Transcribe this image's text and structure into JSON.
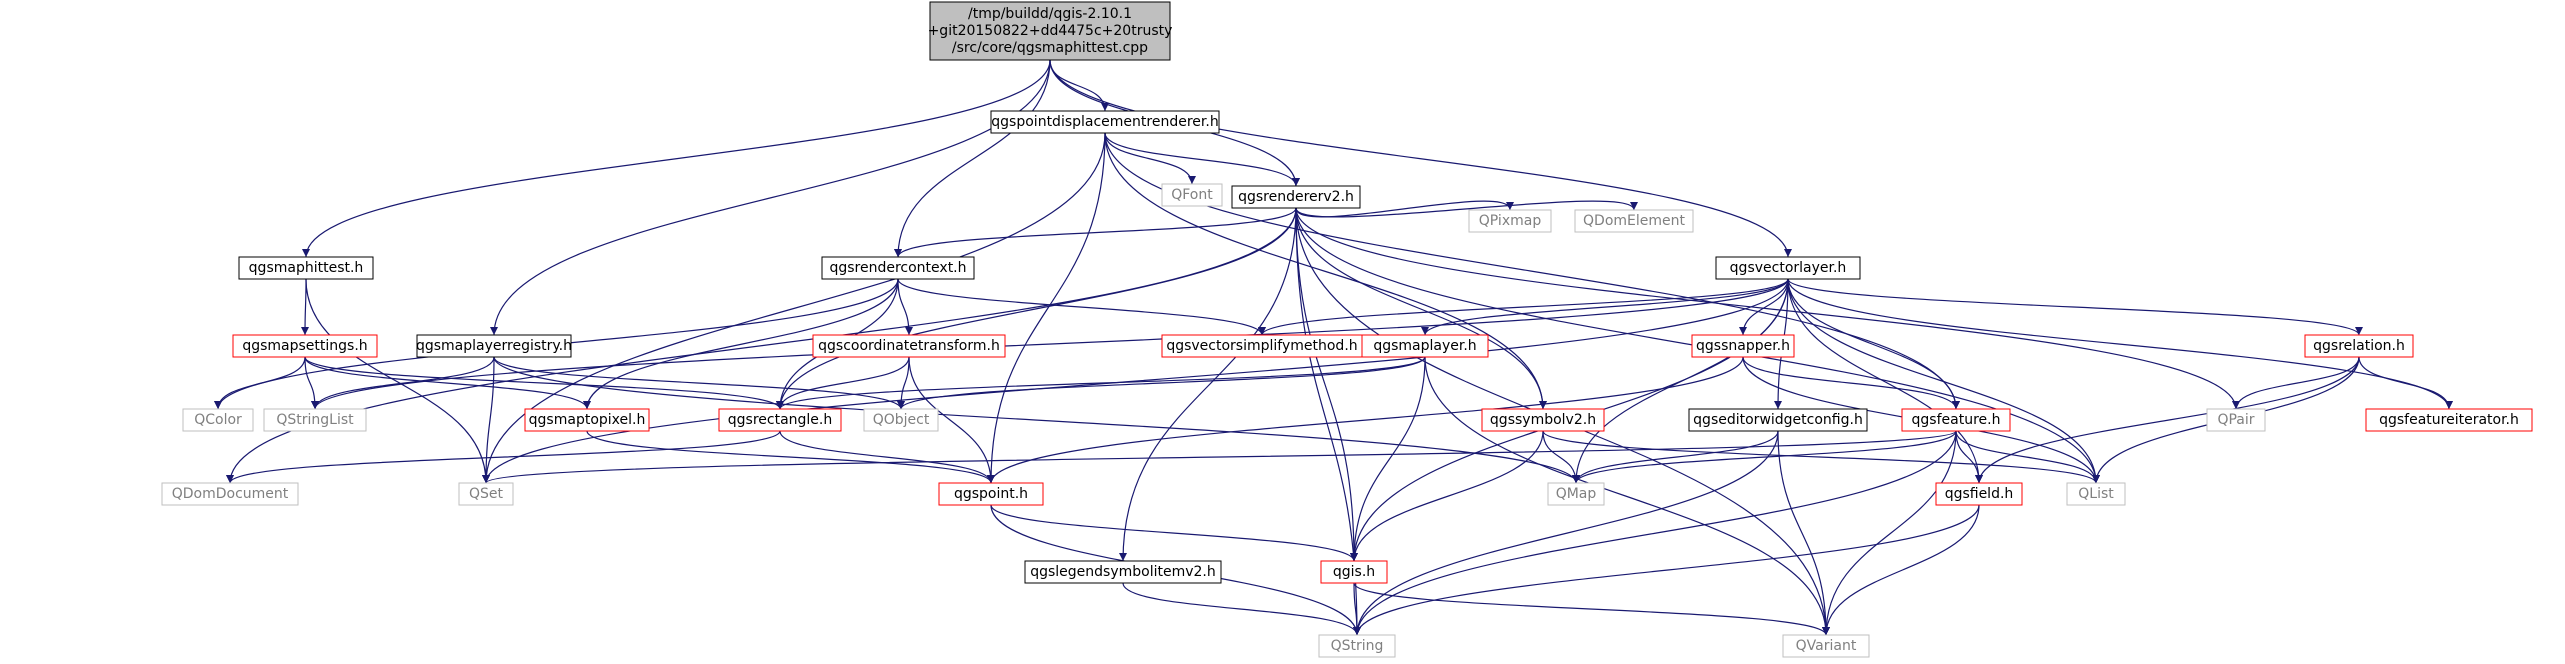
{
  "colors": {
    "edge": "#191970",
    "root_fill": "#bfbfbf",
    "local_border": "#000000",
    "project_border": "#ff0000",
    "external_border": "#bfbfbf",
    "external_text": "#808080",
    "text": "#000000"
  },
  "nodes": [
    {
      "id": "root",
      "kind": "root",
      "lines": [
        "/tmp/buildd/qgis-2.10.1",
        "+git20150822+dd4475c+20trusty",
        "/src/core/qgsmaphittest.cpp"
      ]
    },
    {
      "id": "pdr",
      "kind": "local",
      "lines": [
        "qgspointdisplacementrenderer.h"
      ]
    },
    {
      "id": "qfont",
      "kind": "external",
      "lines": [
        "QFont"
      ]
    },
    {
      "id": "rv2",
      "kind": "local",
      "lines": [
        "qgsrendererv2.h"
      ]
    },
    {
      "id": "qpixmap",
      "kind": "external",
      "lines": [
        "QPixmap"
      ]
    },
    {
      "id": "qdomel",
      "kind": "external",
      "lines": [
        "QDomElement"
      ]
    },
    {
      "id": "mht",
      "kind": "local",
      "lines": [
        "qgsmaphittest.h"
      ]
    },
    {
      "id": "rctx",
      "kind": "local",
      "lines": [
        "qgsrendercontext.h"
      ]
    },
    {
      "id": "vl",
      "kind": "local",
      "lines": [
        "qgsvectorlayer.h"
      ]
    },
    {
      "id": "mset",
      "kind": "project",
      "lines": [
        "qgsmapsettings.h"
      ]
    },
    {
      "id": "mlr",
      "kind": "local",
      "lines": [
        "qgsmaplayerregistry.h"
      ]
    },
    {
      "id": "ct",
      "kind": "project",
      "lines": [
        "qgscoordinatetransform.h"
      ]
    },
    {
      "id": "vsm",
      "kind": "project",
      "lines": [
        "qgsvectorsimplifymethod.h"
      ]
    },
    {
      "id": "ml",
      "kind": "project",
      "lines": [
        "qgsmaplayer.h"
      ]
    },
    {
      "id": "snap",
      "kind": "project",
      "lines": [
        "qgssnapper.h"
      ]
    },
    {
      "id": "rel",
      "kind": "project",
      "lines": [
        "qgsrelation.h"
      ]
    },
    {
      "id": "qcolor",
      "kind": "external",
      "lines": [
        "QColor"
      ]
    },
    {
      "id": "qsl",
      "kind": "external",
      "lines": [
        "QStringList"
      ]
    },
    {
      "id": "m2p",
      "kind": "project",
      "lines": [
        "qgsmaptopixel.h"
      ]
    },
    {
      "id": "rect",
      "kind": "project",
      "lines": [
        "qgsrectangle.h"
      ]
    },
    {
      "id": "qobj",
      "kind": "external",
      "lines": [
        "QObject"
      ]
    },
    {
      "id": "sym",
      "kind": "project",
      "lines": [
        "qgssymbolv2.h"
      ]
    },
    {
      "id": "ewc",
      "kind": "local",
      "lines": [
        "qgseditorwidgetconfig.h"
      ]
    },
    {
      "id": "feat",
      "kind": "project",
      "lines": [
        "qgsfeature.h"
      ]
    },
    {
      "id": "qpair",
      "kind": "external",
      "lines": [
        "QPair"
      ]
    },
    {
      "id": "fi",
      "kind": "project",
      "lines": [
        "qgsfeatureiterator.h"
      ]
    },
    {
      "id": "qdomdoc",
      "kind": "external",
      "lines": [
        "QDomDocument"
      ]
    },
    {
      "id": "qset",
      "kind": "external",
      "lines": [
        "QSet"
      ]
    },
    {
      "id": "pt",
      "kind": "project",
      "lines": [
        "qgspoint.h"
      ]
    },
    {
      "id": "qmap",
      "kind": "external",
      "lines": [
        "QMap"
      ]
    },
    {
      "id": "field",
      "kind": "project",
      "lines": [
        "qgsfield.h"
      ]
    },
    {
      "id": "qlist",
      "kind": "external",
      "lines": [
        "QList"
      ]
    },
    {
      "id": "lsi",
      "kind": "local",
      "lines": [
        "qgslegendsymbolitemv2.h"
      ]
    },
    {
      "id": "gis",
      "kind": "project",
      "lines": [
        "qgis.h"
      ]
    },
    {
      "id": "qstring",
      "kind": "external",
      "lines": [
        "QString"
      ]
    },
    {
      "id": "qvariant",
      "kind": "external",
      "lines": [
        "QVariant"
      ]
    }
  ],
  "edges": [
    [
      "root",
      "pdr"
    ],
    [
      "root",
      "rv2"
    ],
    [
      "root",
      "mht"
    ],
    [
      "root",
      "rctx"
    ],
    [
      "root",
      "vl"
    ],
    [
      "root",
      "mlr"
    ],
    [
      "pdr",
      "qfont"
    ],
    [
      "pdr",
      "rv2"
    ],
    [
      "pdr",
      "qset"
    ],
    [
      "pdr",
      "pt"
    ],
    [
      "pdr",
      "sym"
    ],
    [
      "pdr",
      "feat"
    ],
    [
      "rv2",
      "rctx"
    ],
    [
      "rv2",
      "qpixmap"
    ],
    [
      "rv2",
      "qdomel"
    ],
    [
      "rv2",
      "qpair"
    ],
    [
      "rv2",
      "qlist"
    ],
    [
      "rv2",
      "qdomdoc"
    ],
    [
      "rv2",
      "qstring"
    ],
    [
      "rv2",
      "rect"
    ],
    [
      "rv2",
      "lsi"
    ],
    [
      "rv2",
      "gis"
    ],
    [
      "rv2",
      "sym"
    ],
    [
      "rv2",
      "qvariant"
    ],
    [
      "mht",
      "mset"
    ],
    [
      "mht",
      "qset"
    ],
    [
      "rctx",
      "qcolor"
    ],
    [
      "rctx",
      "ct"
    ],
    [
      "rctx",
      "vsm"
    ],
    [
      "rctx",
      "m2p"
    ],
    [
      "rctx",
      "rect"
    ],
    [
      "mset",
      "qcolor"
    ],
    [
      "mset",
      "qsl"
    ],
    [
      "mset",
      "m2p"
    ],
    [
      "mset",
      "rect"
    ],
    [
      "mlr",
      "qsl"
    ],
    [
      "mlr",
      "qset"
    ],
    [
      "mlr",
      "qobj"
    ],
    [
      "mlr",
      "qmap"
    ],
    [
      "ct",
      "rect"
    ],
    [
      "ct",
      "qobj"
    ],
    [
      "ct",
      "pt"
    ],
    [
      "vl",
      "vsm"
    ],
    [
      "vl",
      "ml"
    ],
    [
      "vl",
      "snap"
    ],
    [
      "vl",
      "rel"
    ],
    [
      "vl",
      "fi"
    ],
    [
      "vl",
      "ewc"
    ],
    [
      "vl",
      "feat"
    ],
    [
      "vl",
      "field"
    ],
    [
      "vl",
      "qlist"
    ],
    [
      "vl",
      "qmap"
    ],
    [
      "vl",
      "qset"
    ],
    [
      "vl",
      "gis"
    ],
    [
      "vl",
      "qsl"
    ],
    [
      "ml",
      "qobj"
    ],
    [
      "ml",
      "rect"
    ],
    [
      "ml",
      "gis"
    ],
    [
      "ml",
      "qvariant"
    ],
    [
      "snap",
      "feat"
    ],
    [
      "snap",
      "qlist"
    ],
    [
      "snap",
      "pt"
    ],
    [
      "rel",
      "qpair"
    ],
    [
      "rel",
      "fi"
    ],
    [
      "rel",
      "field"
    ],
    [
      "rel",
      "qlist"
    ],
    [
      "m2p",
      "pt"
    ],
    [
      "rect",
      "pt"
    ],
    [
      "rect",
      "qdomdoc"
    ],
    [
      "sym",
      "qmap"
    ],
    [
      "sym",
      "gis"
    ],
    [
      "sym",
      "qlist"
    ],
    [
      "ewc",
      "qmap"
    ],
    [
      "ewc",
      "qstring"
    ],
    [
      "ewc",
      "qvariant"
    ],
    [
      "feat",
      "field"
    ],
    [
      "feat",
      "qlist"
    ],
    [
      "feat",
      "qmap"
    ],
    [
      "feat",
      "qset"
    ],
    [
      "feat",
      "qstring"
    ],
    [
      "feat",
      "qvariant"
    ],
    [
      "field",
      "qstring"
    ],
    [
      "field",
      "qvariant"
    ],
    [
      "pt",
      "gis"
    ],
    [
      "pt",
      "qstring"
    ],
    [
      "lsi",
      "qstring"
    ],
    [
      "gis",
      "qstring"
    ],
    [
      "gis",
      "qvariant"
    ]
  ]
}
